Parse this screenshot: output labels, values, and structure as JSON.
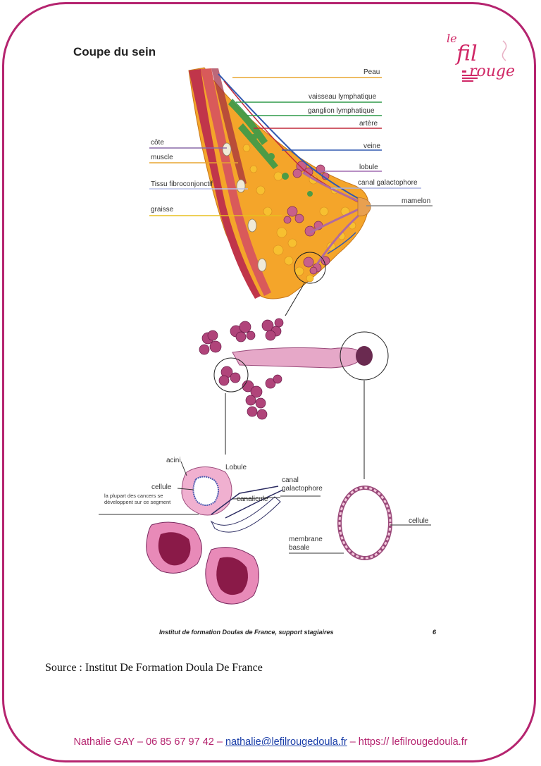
{
  "title": "Coupe du sein",
  "logo": {
    "line1": "le",
    "line2": "fil",
    "line3": "rouge"
  },
  "labels_right": {
    "peau": "Peau",
    "vaisseau": "vaisseau lymphatique",
    "ganglion": "ganglion lymphatique",
    "artere": "artère",
    "veine": "veine",
    "lobule": "lobule",
    "canal": "canal galactophore",
    "mamelon": "mamelon"
  },
  "labels_left": {
    "cote": "côte",
    "muscle": "muscle",
    "tissu": "Tissu fibroconjonctif",
    "graisse": "graisse"
  },
  "detail_labels": {
    "acini": "acini",
    "lobule": "Lobule",
    "cellule": "cellule",
    "cancers": "la plupart des cancers se développent sur ce segment",
    "canalicule": "canalicule",
    "canal": "canal galactophore",
    "membrane": "membrane basale",
    "cellule_right": "cellule"
  },
  "caption": "Institut de formation Doulas de France, support stagiaires",
  "page_number": "6",
  "source": "Source : Institut De Formation Doula De France",
  "footer": {
    "prefix": "Nathalie GAY – 06 85 67 97 42 – ",
    "email": "nathalie@lefilrougedoula.fr",
    "suffix": " – https:// lefilrougedoula.fr"
  },
  "colors": {
    "border": "#b5246f",
    "line_peau": "#e8a530",
    "line_vaisseau": "#2e9a48",
    "line_ganglion": "#2e9a48",
    "line_artere": "#c0283a",
    "line_veine": "#3058b0",
    "line_lobule": "#a06ab0",
    "line_canal": "#a8b0e0",
    "line_cote": "#8a6aa8",
    "line_muscle": "#e8a530",
    "line_tissu": "#b8c0e8",
    "line_graisse": "#e8c020"
  }
}
